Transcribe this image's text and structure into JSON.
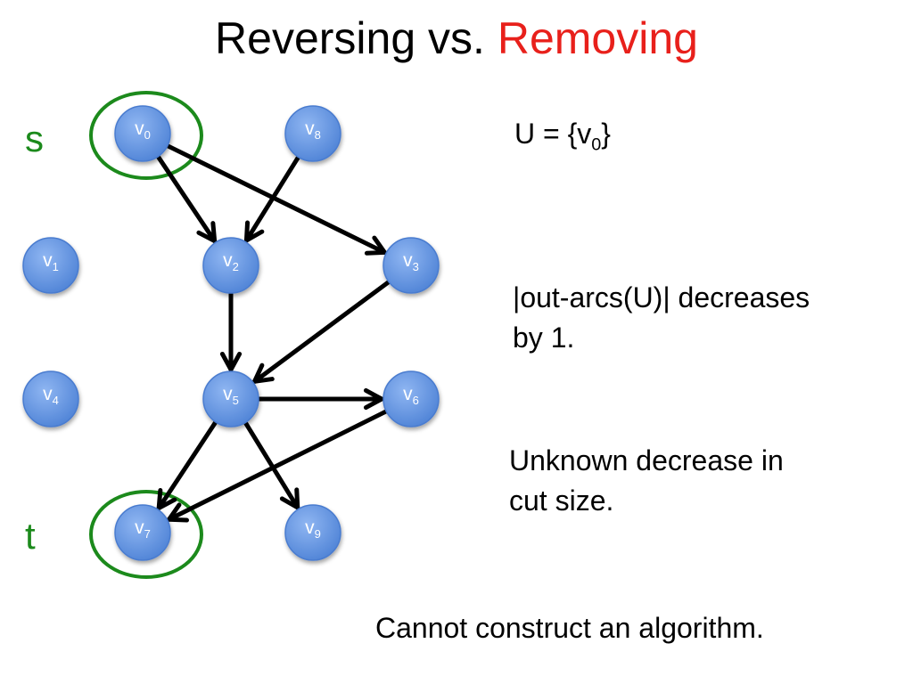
{
  "title": {
    "main": "Reversing vs.",
    "accent": "Removing"
  },
  "labels": {
    "source": "s",
    "target": "t"
  },
  "set_text": {
    "prefix": "U = {v",
    "sub": "0",
    "suffix": "}"
  },
  "notes": {
    "out_arcs": [
      "|out-arcs(U)| decreases",
      "by 1."
    ],
    "cut_size": [
      "Unknown decrease in",
      "cut size."
    ],
    "conclusion": "Cannot construct an algorithm."
  },
  "nodes": [
    {
      "id": "v0",
      "base": "v",
      "sub": "0"
    },
    {
      "id": "v8",
      "base": "v",
      "sub": "8"
    },
    {
      "id": "v1",
      "base": "v",
      "sub": "1"
    },
    {
      "id": "v2",
      "base": "v",
      "sub": "2"
    },
    {
      "id": "v3",
      "base": "v",
      "sub": "3"
    },
    {
      "id": "v4",
      "base": "v",
      "sub": "4"
    },
    {
      "id": "v5",
      "base": "v",
      "sub": "5"
    },
    {
      "id": "v6",
      "base": "v",
      "sub": "6"
    },
    {
      "id": "v7",
      "base": "v",
      "sub": "7"
    },
    {
      "id": "v9",
      "base": "v",
      "sub": "9"
    }
  ],
  "edges": [
    {
      "from": "v0",
      "to": "v2"
    },
    {
      "from": "v0",
      "to": "v3"
    },
    {
      "from": "v8",
      "to": "v2"
    },
    {
      "from": "v2",
      "to": "v5"
    },
    {
      "from": "v3",
      "to": "v5"
    },
    {
      "from": "v5",
      "to": "v6"
    },
    {
      "from": "v5",
      "to": "v7"
    },
    {
      "from": "v5",
      "to": "v9"
    },
    {
      "from": "v6",
      "to": "v7"
    }
  ],
  "highlighted": [
    "v0",
    "v7"
  ],
  "colors": {
    "node_fill": "#5b8ee0",
    "node_stroke": "#4a7bcf",
    "highlight_ring": "#1c8a1c",
    "edge": "#000000",
    "accent": "#e8201b",
    "label_green": "#1c8a1c"
  }
}
